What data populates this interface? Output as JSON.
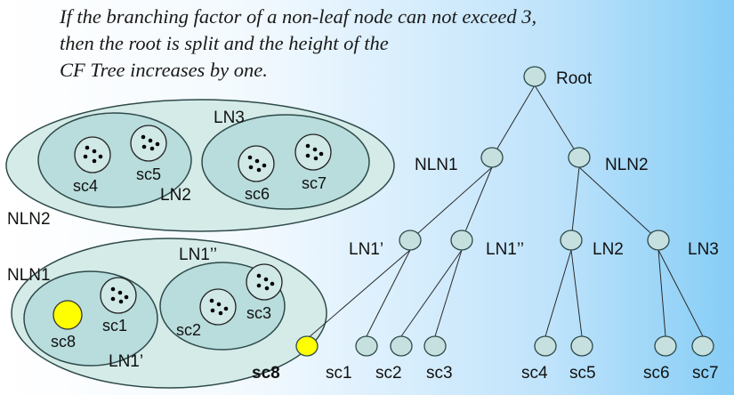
{
  "caption": [
    "If the branching factor of a non-leaf node can not exceed 3,",
    "then the root is split and the height of the",
    "CF Tree increases by one."
  ],
  "colors": {
    "node_fill": "#c6e0e0",
    "node_stroke": "#2e4a4a",
    "highlight_fill": "#ffff00",
    "region_fill": "#d4ebe8",
    "inner_fill": "#b9dcdc"
  },
  "left": {
    "nln2": "NLN2",
    "ln3": "LN3",
    "ln2": "LN2",
    "sc4": "sc4",
    "sc5": "sc5",
    "sc6": "sc6",
    "sc7": "sc7",
    "nln1": "NLN1",
    "ln1pp": "LN1’’",
    "ln1p": "LN1’",
    "sc1": "sc1",
    "sc2": "sc2",
    "sc3": "sc3",
    "sc8": "sc8"
  },
  "tree": {
    "root": "Root",
    "nln1": "NLN1",
    "nln2": "NLN2",
    "ln1p": "LN1’",
    "ln1pp": "LN1’’",
    "ln2": "LN2",
    "ln3": "LN3",
    "leaves": [
      "sc8",
      "sc1",
      "sc2",
      "sc3",
      "sc4",
      "sc5",
      "sc6",
      "sc7"
    ]
  }
}
